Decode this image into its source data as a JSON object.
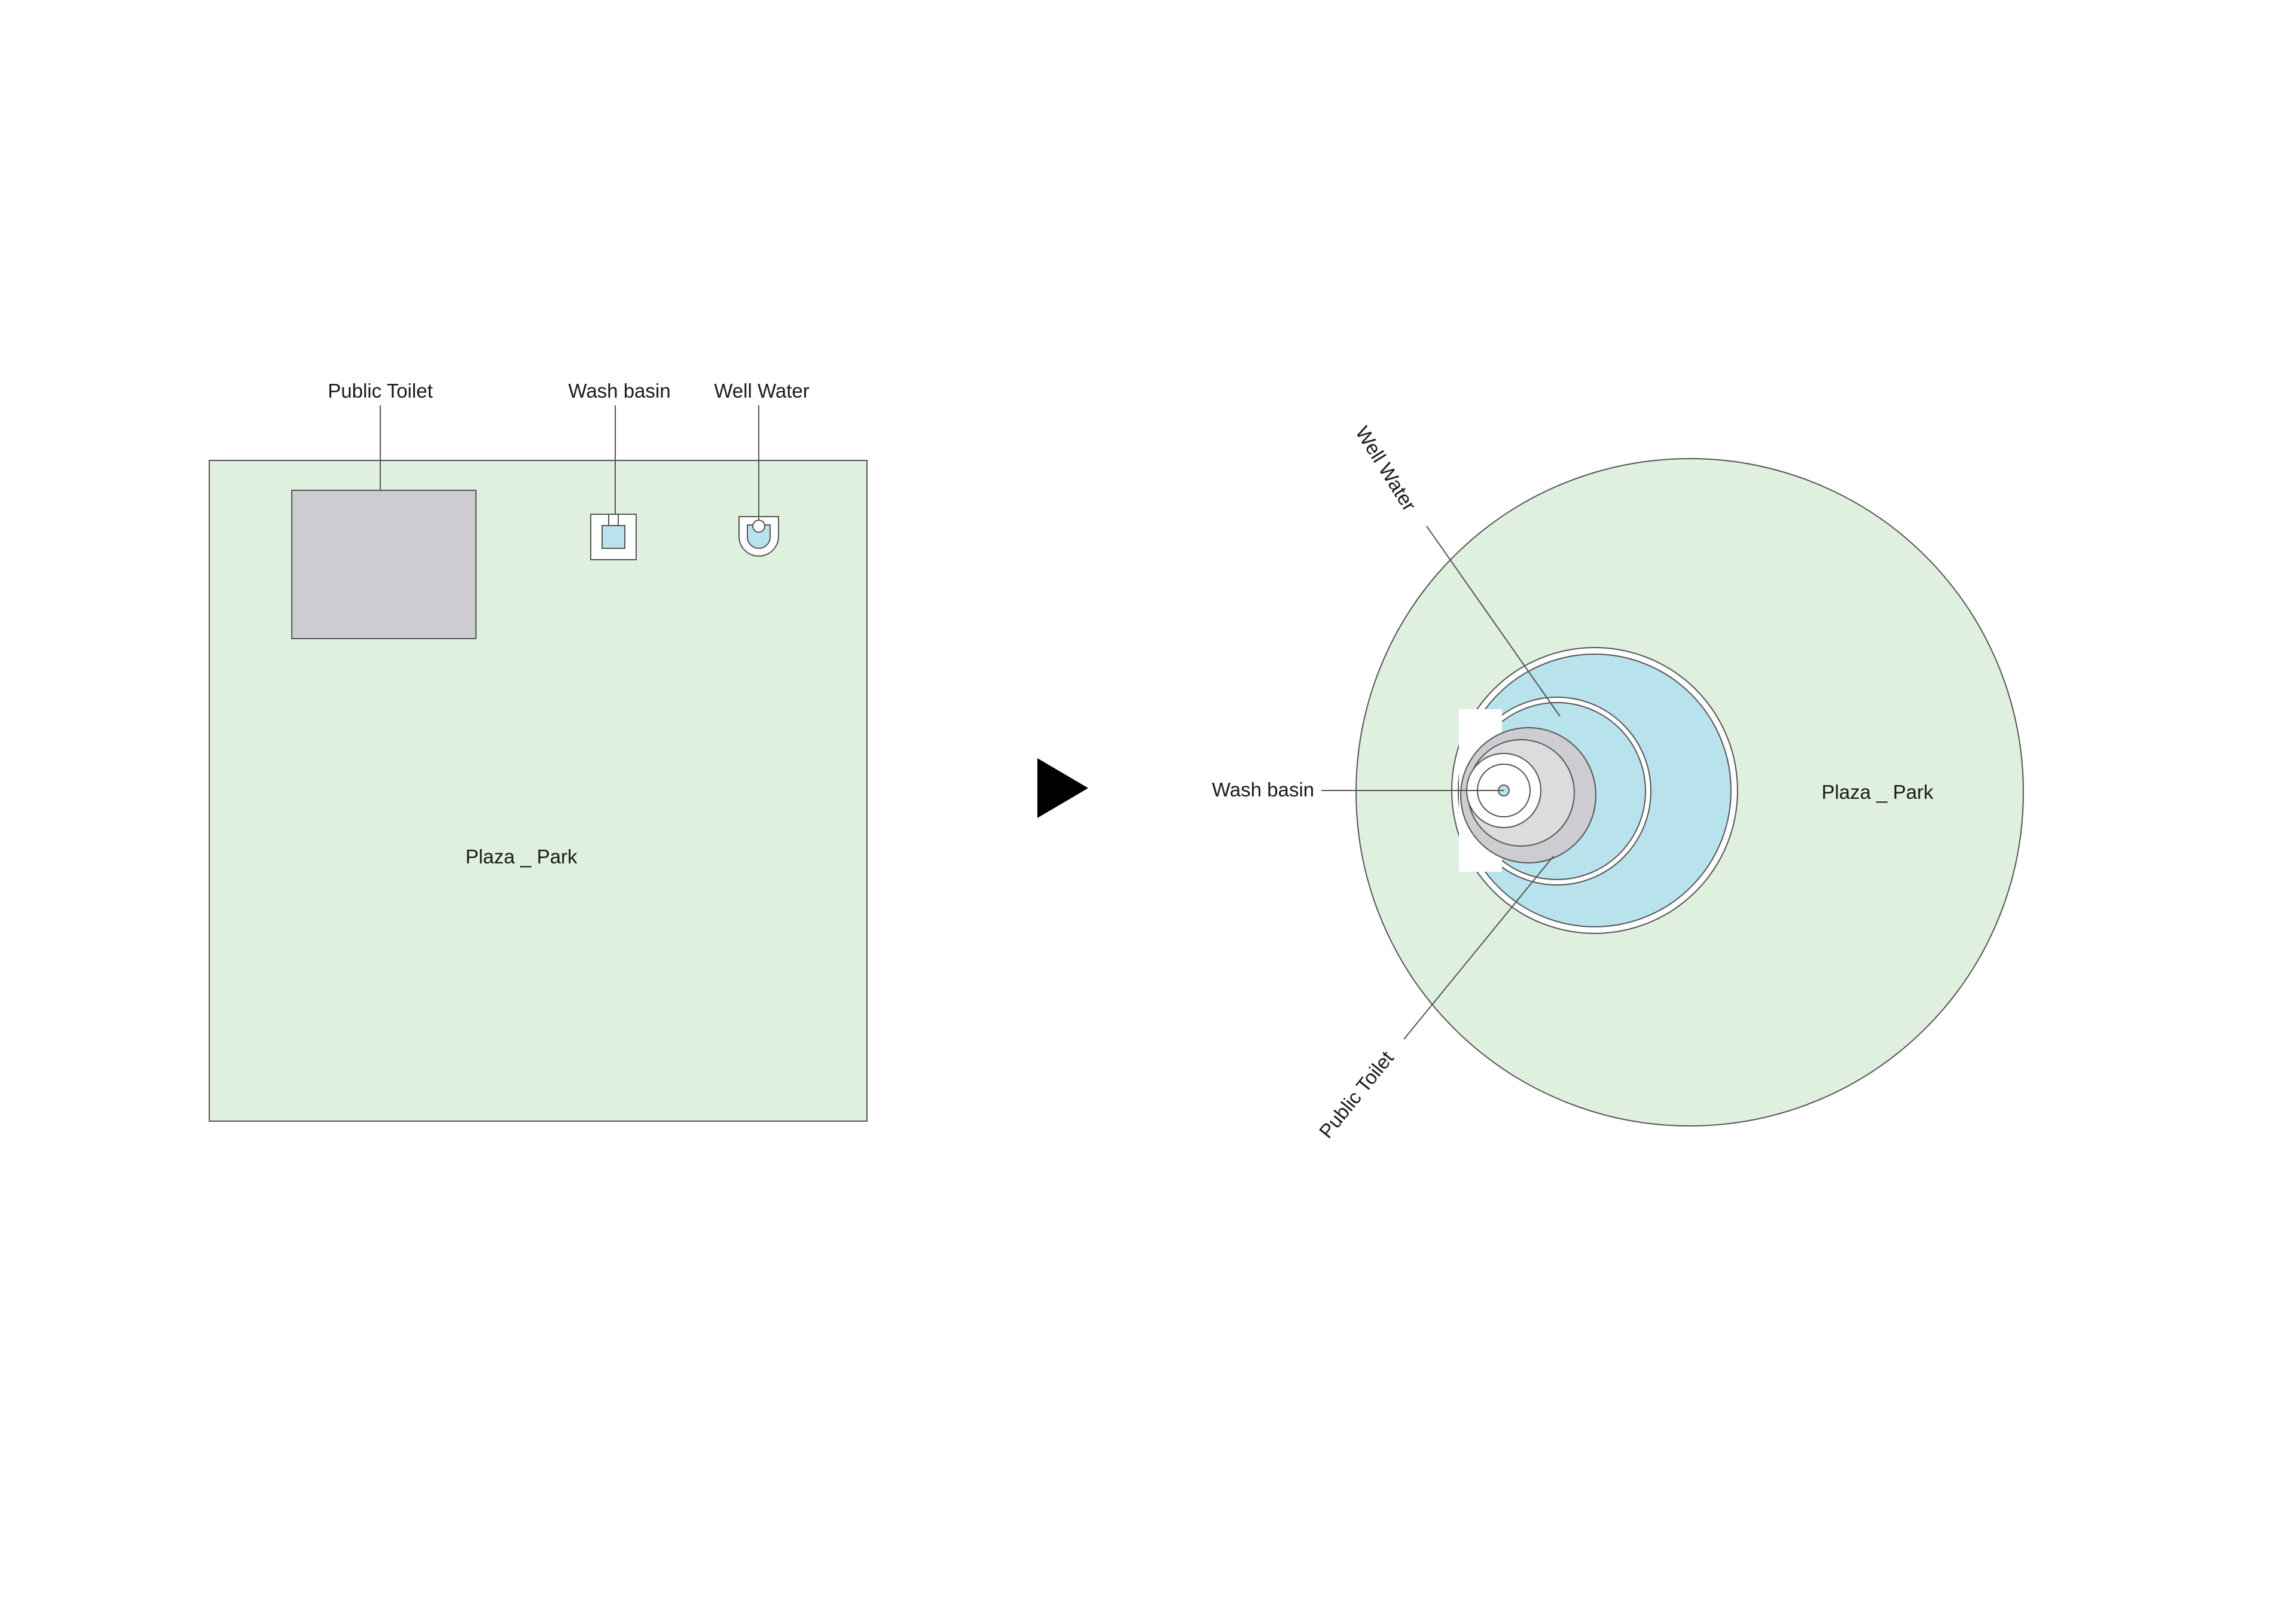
{
  "left_plan": {
    "area_label": "Plaza _ Park",
    "labels": {
      "public_toilet": "Public Toilet",
      "wash_basin": "Wash basin",
      "well_water": "Well Water"
    }
  },
  "right_plan": {
    "area_label": "Plaza _ Park",
    "labels": {
      "public_toilet": "Public Toilet",
      "wash_basin": "Wash basin",
      "well_water": "Well Water"
    }
  },
  "colors": {
    "park_green": "#e0f0df",
    "toilet_gray": "#cdcdd1",
    "water_blue": "#b8e3ec",
    "stroke": "#555555",
    "arrow": "#000000"
  }
}
